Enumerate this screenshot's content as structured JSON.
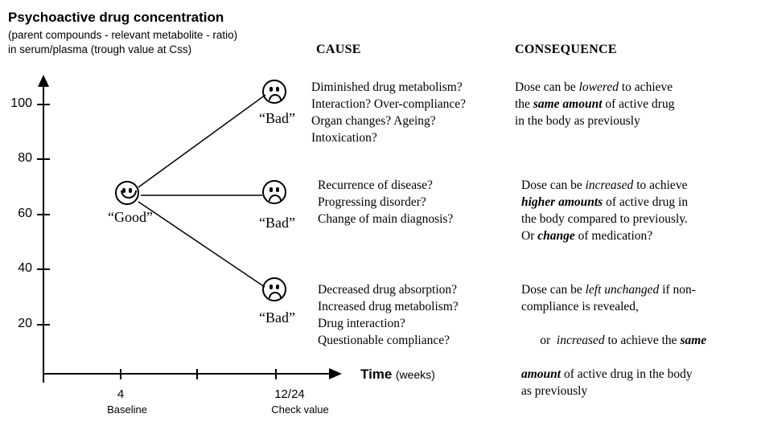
{
  "title": "Psychoactive drug concentration",
  "subtitle_lines": [
    "(parent compounds - relevant metabolite -  ratio)",
    "in serum/plasma (trough value at Css)"
  ],
  "headers": {
    "cause": "CAUSE",
    "consequence": "CONSEQUENCE"
  },
  "y_ticks": [
    "100",
    "80",
    "60",
    "40",
    "20"
  ],
  "x_axis": {
    "title": "Time",
    "unit": "(weeks)",
    "ticks": [
      {
        "value": "4",
        "sub": "Baseline"
      },
      {
        "value": "12/24",
        "sub": "Check value"
      }
    ]
  },
  "states": {
    "good_label": "“Good”",
    "bad_label": "“Bad”"
  },
  "icons": [
    "smiley-face-icon",
    "sad-face-icon"
  ],
  "cause_lines": {
    "top": [
      "Diminished drug metabolism?",
      "Interaction? Over-compliance?",
      "Organ changes? Ageing?",
      "Intoxication?"
    ],
    "middle": [
      "Recurrence of disease?",
      "Progressing disorder?",
      "Change of main diagnosis?"
    ],
    "bottom": [
      "Decreased drug absorption?",
      "Increased drug metabolism?",
      "Drug interaction?",
      "Questionable compliance?"
    ]
  },
  "consequence": {
    "top": {
      "l1a": "Dose can be ",
      "l1b": "lowered",
      "l1c": " to achieve",
      "l2a": "the ",
      "l2b": "same amount",
      "l2c": " of active drug",
      "l3": "in the body as previously"
    },
    "middle": {
      "l1a": "Dose can be ",
      "l1b": "increased",
      "l1c": " to achieve",
      "l2a": "higher amounts",
      "l2b": " of active drug in",
      "l3": "the body compared to previously.",
      "l4a": "Or ",
      "l4b": "change",
      "l4c": " of medication?"
    },
    "bottom": {
      "l1a": "Dose can be ",
      "l1b": "left unchanged",
      "l1c": " if non-",
      "l2": "compliance is revealed,",
      "l3a": "or  ",
      "l3b": "increased",
      "l3c": " to achieve the ",
      "l3d": "same",
      "l4a": "amount",
      "l4b": " of active drug in the body",
      "l5": "as previously"
    }
  }
}
